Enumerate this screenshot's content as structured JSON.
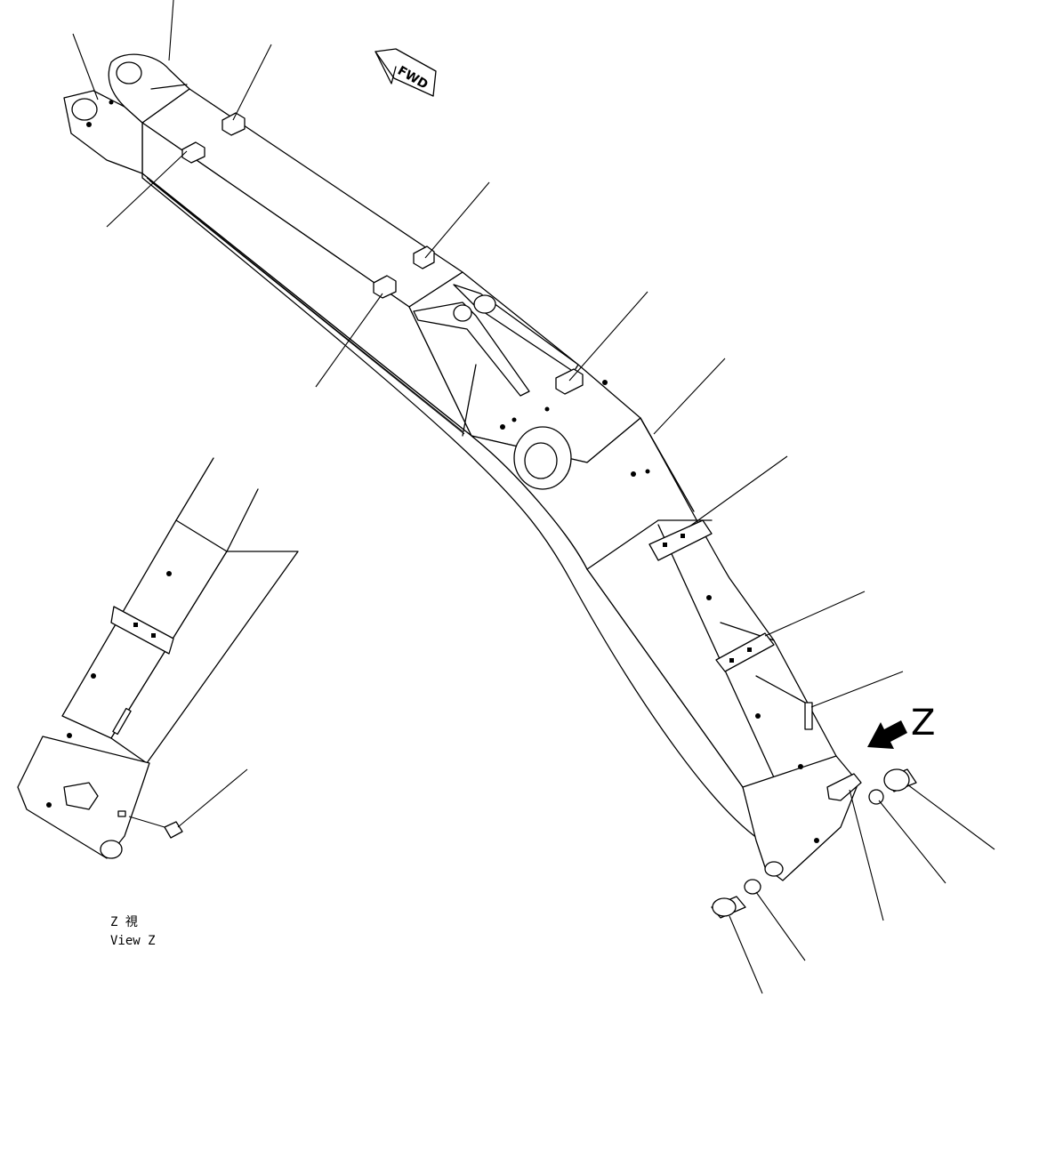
{
  "view_arrow_label": "Z",
  "fwd_label": "FWD",
  "inset_caption": {
    "line1": "Z 視",
    "line2": "View Z"
  }
}
